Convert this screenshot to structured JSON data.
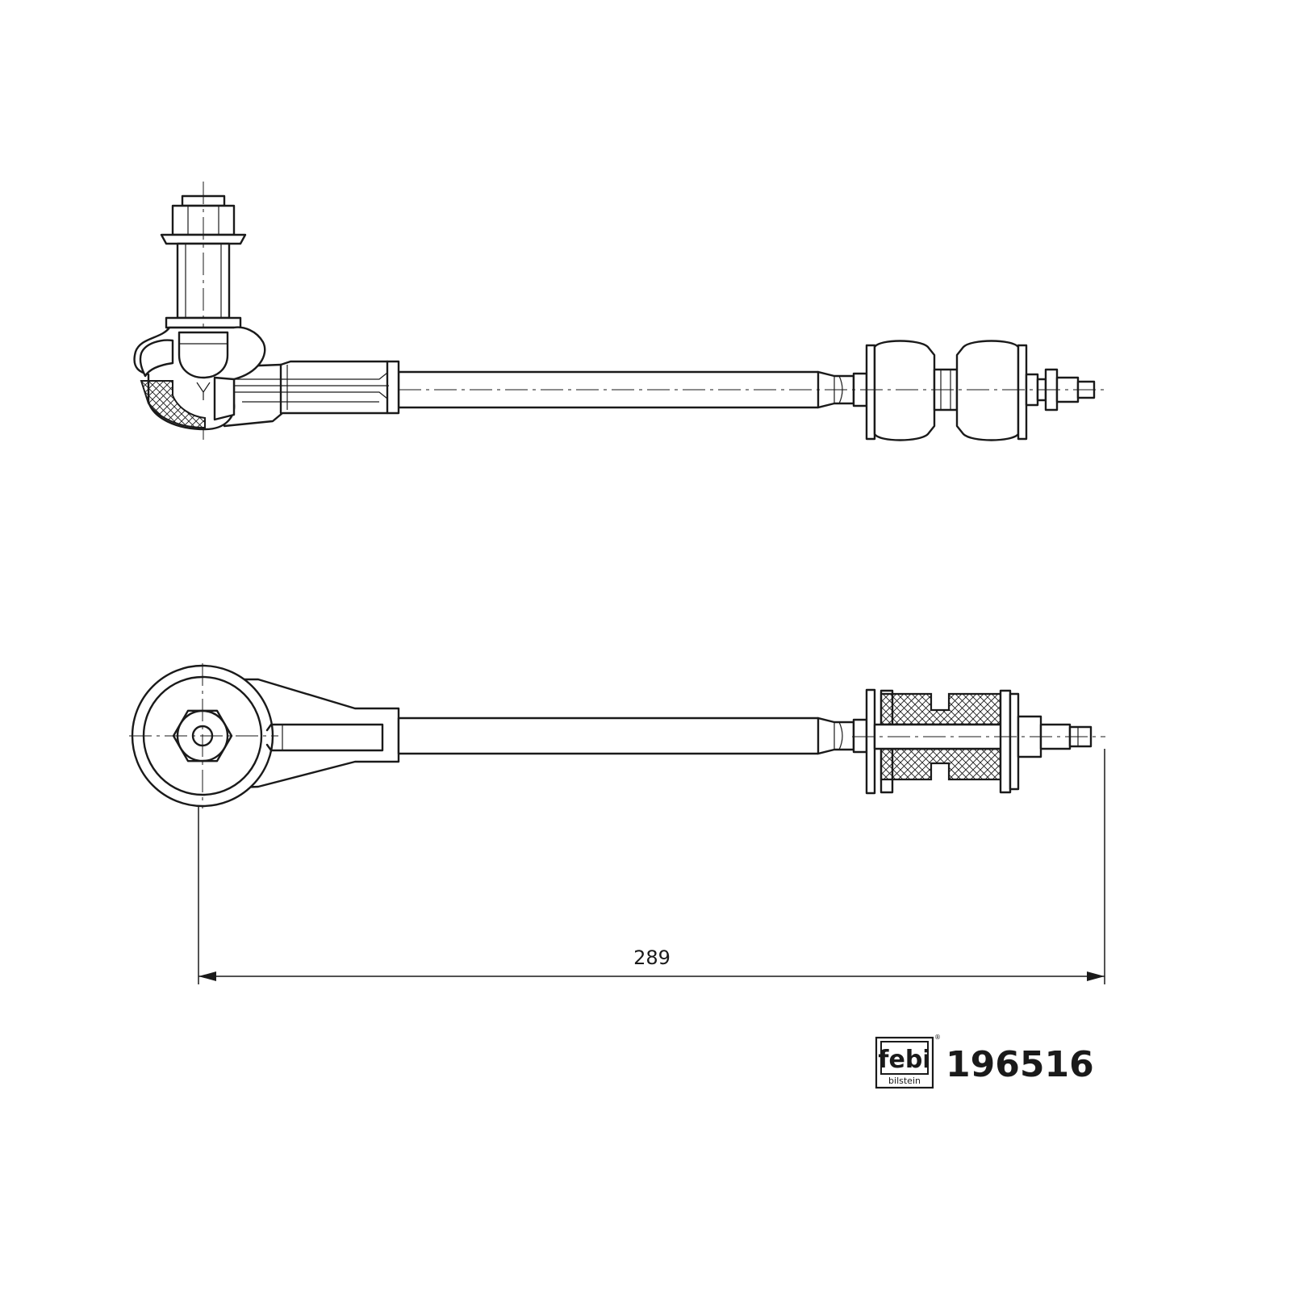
{
  "drawing": {
    "dimension_length": "289",
    "part_number": "196516"
  },
  "brand": {
    "logo_main": "febi",
    "logo_sub": "bilstein",
    "logo_mark": "®"
  },
  "colors": {
    "line": "#1a1a1a",
    "background": "#ffffff"
  }
}
